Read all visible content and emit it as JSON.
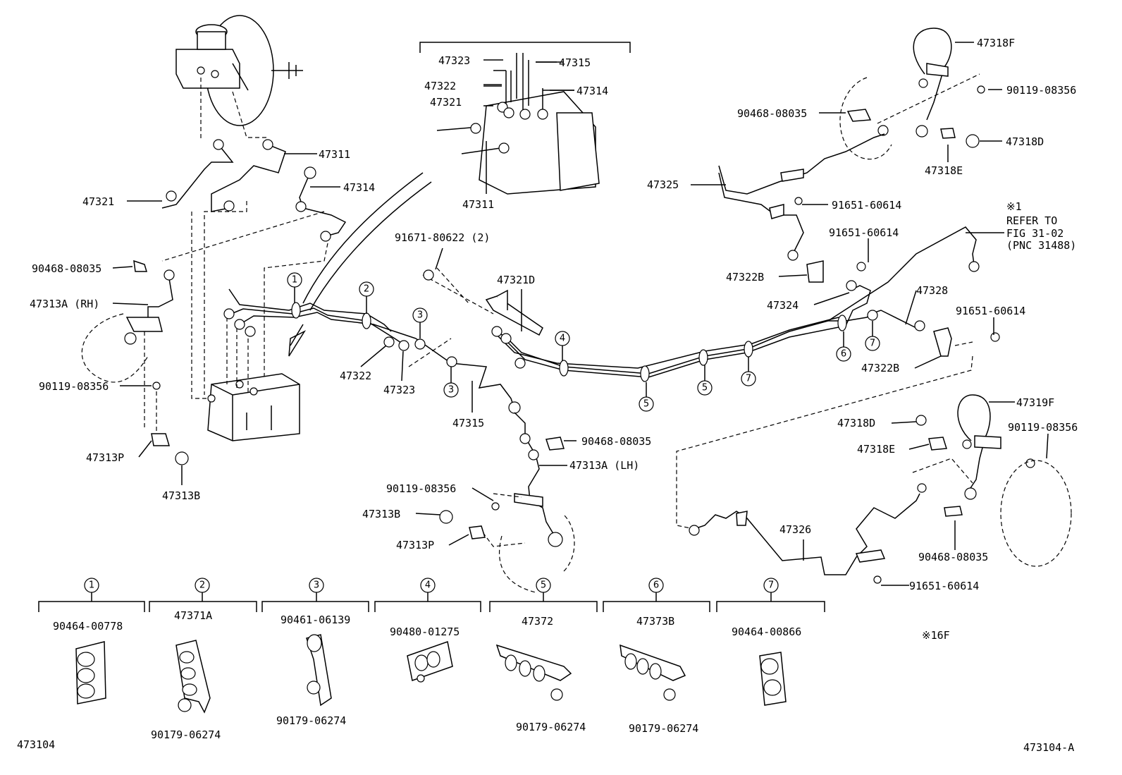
{
  "labels": {
    "t47323": "47323",
    "t47315a": "47315",
    "t47322a": "47322",
    "t47314a": "47314",
    "t47321a": "47321",
    "t47311a": "47311",
    "t47318F": "47318F",
    "t90119_08356a": "90119-08356",
    "t90468_08035a": "90468-08035",
    "t47318D_a": "47318D",
    "t47318E_a": "47318E",
    "t47325": "47325",
    "t91651_60614a": "91651-60614",
    "t47311b": "47311",
    "t47314b": "47314",
    "t47321b": "47321",
    "t90468_08035b": "90468-08035",
    "t47313A_RH": "47313A (RH)",
    "t90119_08356b": "90119-08356",
    "t47313P_a": "47313P",
    "t47313B_a": "47313B",
    "t91671": "91671-80622 (2)",
    "t47321D": "47321D",
    "t47322b": "47322",
    "t47323b": "47323",
    "t47315b": "47315",
    "t90468_08035c": "90468-08035",
    "t47313A_LH": "47313A (LH)",
    "t90119_08356c": "90119-08356",
    "t47313B_b": "47313B",
    "t47313P_b": "47313P",
    "t91651_60614b": "91651-60614",
    "t47322B_a": "47322B",
    "t47324": "47324",
    "t47328": "47328",
    "t91651_60614c": "91651-60614",
    "t47322B_b": "47322B",
    "t47319F": "47319F",
    "t47318D_b": "47318D",
    "t47318E_b": "47318E",
    "t90119_08356d": "90119-08356",
    "t47326": "47326",
    "t90468_08035d": "90468-08035",
    "t91651_60614d": "91651-60614",
    "t_star1": "※1",
    "t_refer": "REFER TO",
    "t_fig": "FIG 31-02",
    "t_pnc": "(PNC 31488)",
    "t_sub1": "90464-00778",
    "t_sub2": "47371A",
    "t_sub3": "90461-06139",
    "t_sub4": "90480-01275",
    "t_sub5": "47372",
    "t_sub6": "47373B",
    "t_sub7": "90464-00866",
    "t_nut2": "90179-06274",
    "t_nut3": "90179-06274",
    "t_nut5": "90179-06274",
    "t_nut6": "90179-06274",
    "t_16F": "※16F",
    "t_code": "473104",
    "t_codeA": "473104-A"
  },
  "clamp_numbers": {
    "n1": "1",
    "n2": "2",
    "n3": "3",
    "n4": "4",
    "n5": "5",
    "n6": "6",
    "n7": "7"
  }
}
